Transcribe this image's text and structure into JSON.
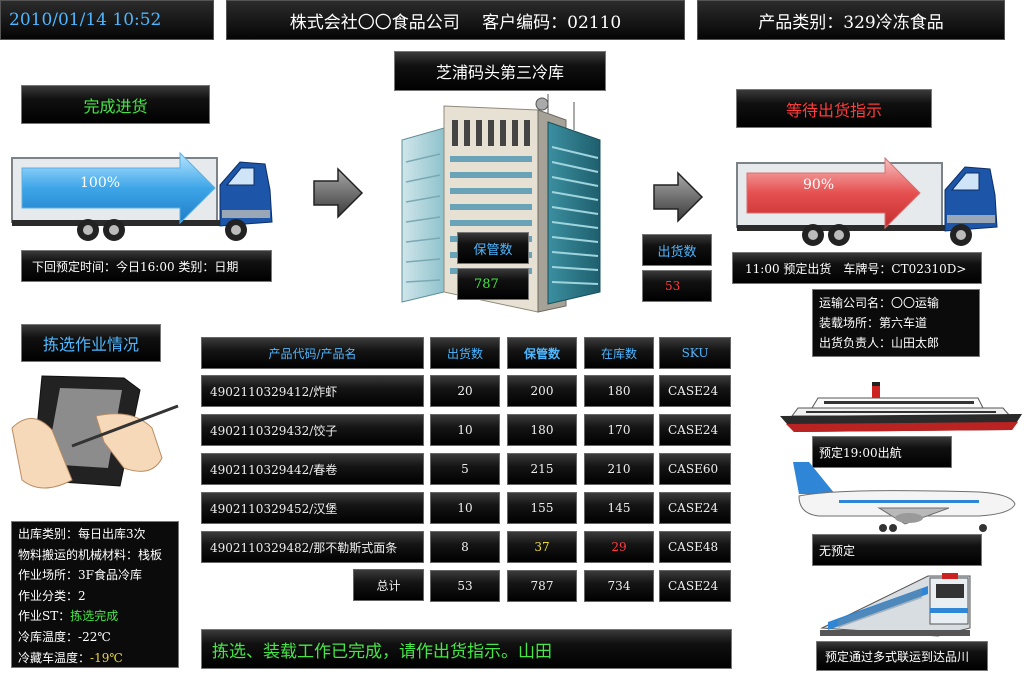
{
  "header": {
    "datetime": "2010/01/14 10:52",
    "company": "株式会社〇〇食品公司　 客户编码：02110",
    "category": "产品类别：329冷冻食品"
  },
  "warehouse": {
    "title": "芝浦码头第三冷库",
    "stock_label": "保管数",
    "stock_value": "787"
  },
  "inbound": {
    "status": "完成进货",
    "progress_text": "100%",
    "progress": 1.0,
    "next_time": "下回预定时间：今日16:00 类别：日期"
  },
  "outbound": {
    "status": "等待出货指示",
    "progress_text": "90%",
    "progress": 0.9,
    "ship_label": "出货数",
    "ship_value": "53",
    "schedule": "11:00 预定出货　车牌号：CT02310D>",
    "details": [
      "运输公司名：〇〇运输",
      "装载场所：第六车道",
      "出货负责人：山田太郎"
    ]
  },
  "picking": {
    "title": "拣选作业情况",
    "info": [
      {
        "label": "出库类别：",
        "value": "每日出库3次",
        "value_color": "white"
      },
      {
        "label": "物料搬运的机械材料：",
        "value": "栈板",
        "value_color": "white"
      },
      {
        "label": "作业场所：",
        "value": "3F食品冷库",
        "value_color": "white"
      },
      {
        "label": "作业分类：",
        "value": "2",
        "value_color": "white"
      },
      {
        "label": "作业ST：",
        "value": "拣选完成",
        "value_color": "green"
      },
      {
        "label": "冷库温度：",
        "value": "-22℃",
        "value_color": "white"
      },
      {
        "label": "冷藏车温度：",
        "value": "-19℃",
        "value_color": "yellow"
      }
    ]
  },
  "table": {
    "headers": [
      "产品代码/产品名",
      "出货数",
      "保管数",
      "在库数",
      "SKU"
    ],
    "rows": [
      {
        "name": "4902110329412/炸虾",
        "ship": "20",
        "stock": "200",
        "inv": "180",
        "sku": "CASE24"
      },
      {
        "name": "4902110329432/饺子",
        "ship": "10",
        "stock": "180",
        "inv": "170",
        "sku": "CASE24"
      },
      {
        "name": "4902110329442/春卷",
        "ship": "5",
        "stock": "215",
        "inv": "210",
        "sku": "CASE60"
      },
      {
        "name": "4902110329452/汉堡",
        "ship": "10",
        "stock": "155",
        "inv": "145",
        "sku": "CASE24"
      },
      {
        "name": "4902110329482/那不勒斯式面条",
        "ship": "8",
        "stock": "37",
        "inv": "29",
        "sku": "CASE48"
      }
    ],
    "total": {
      "label": "总计",
      "ship": "53",
      "stock": "787",
      "inv": "734",
      "sku": "CASE24"
    }
  },
  "message": "拣选、装载工作已完成，请作出货指示。山田",
  "transport": {
    "ship": "预定19:00出航",
    "plane": "无预定",
    "train": "预定通过多式联运到达品川"
  },
  "colors": {
    "accent_blue": "#4db6ff",
    "status_green": "#45e645",
    "status_red": "#ff3b3b",
    "warning_yellow": "#e8d838"
  }
}
